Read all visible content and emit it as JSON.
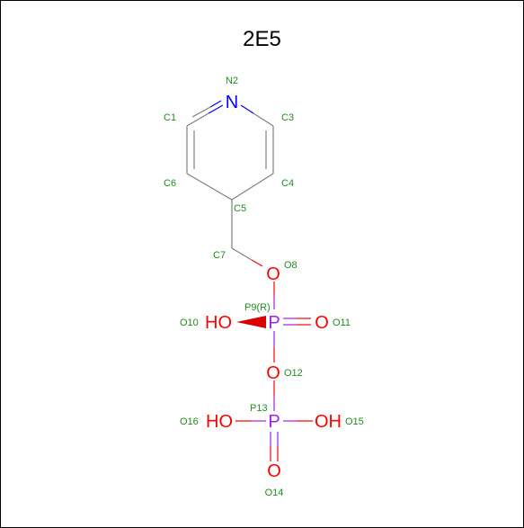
{
  "title": "2E5",
  "colors": {
    "carbon_bond": "#808080",
    "nitrogen": "#0000ff",
    "oxygen": "#ff0000",
    "phosphorus": "#a020f0",
    "label": "#228b22"
  },
  "atoms": {
    "n2": {
      "symbol": "N",
      "label": "N2"
    },
    "c1": {
      "label": "C1"
    },
    "c3": {
      "label": "C3"
    },
    "c4": {
      "label": "C4"
    },
    "c5": {
      "label": "C5"
    },
    "c6": {
      "label": "C6"
    },
    "c7": {
      "label": "C7"
    },
    "o8": {
      "symbol": "O",
      "label": "O8"
    },
    "p9": {
      "symbol": "P",
      "label": "P9(R)"
    },
    "o10": {
      "symbol": "HO",
      "label": "O10"
    },
    "o11": {
      "symbol": "O",
      "label": "O11"
    },
    "o12": {
      "symbol": "O",
      "label": "O12"
    },
    "p13": {
      "symbol": "P",
      "label": "P13"
    },
    "o14": {
      "symbol": "O",
      "label": "O14"
    },
    "o15": {
      "symbol": "OH",
      "label": "O15"
    },
    "o16": {
      "symbol": "HO",
      "label": "O16"
    }
  }
}
